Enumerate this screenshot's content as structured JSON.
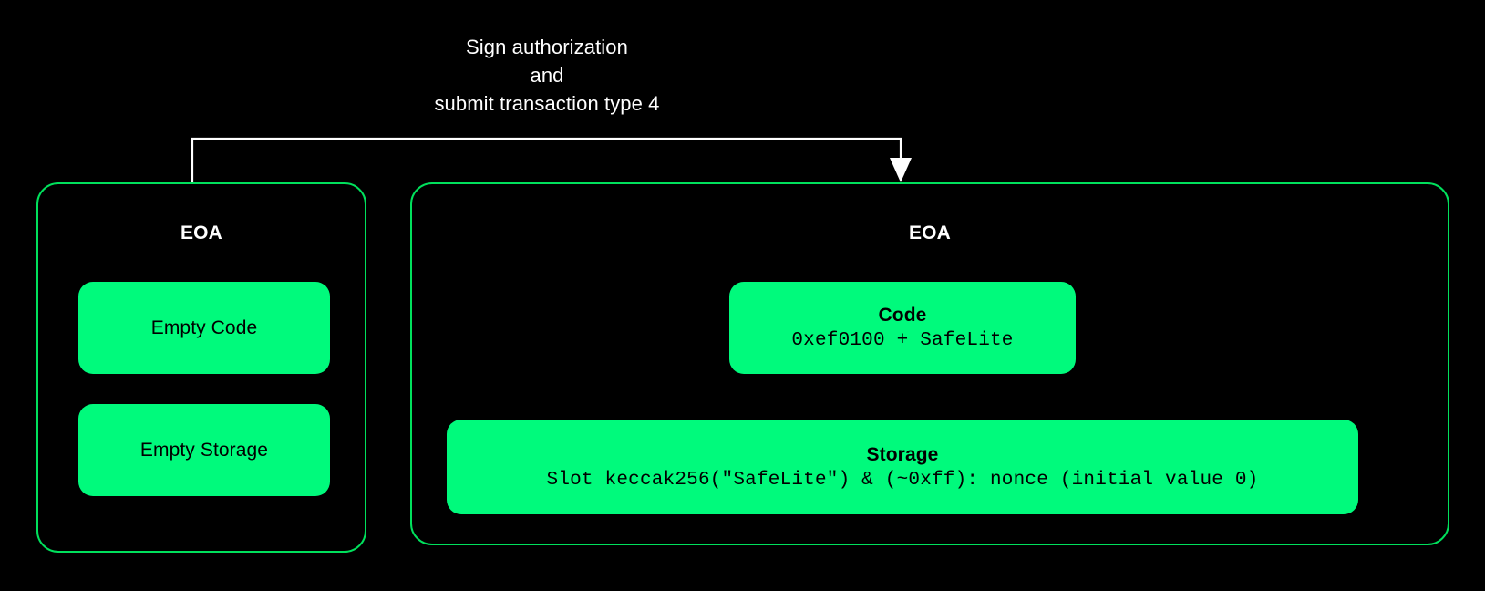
{
  "diagram": {
    "background_color": "#000000",
    "accent_green": "#00fa7c",
    "border_green": "#00e05c",
    "arrow_color": "#ffffff",
    "caption": "Sign authorization\nand\nsubmit transaction type 4",
    "caption_lines": [
      "Sign authorization",
      "and",
      "submit transaction type 4"
    ],
    "arrow": {
      "name": "sign-and-submit-arrow",
      "from": "EOA (before)",
      "to": "EOA (after)",
      "head": "down-triangle"
    },
    "before": {
      "title": "EOA",
      "chips": [
        {
          "label": "Empty Code",
          "detail": ""
        },
        {
          "label": "Empty Storage",
          "detail": ""
        }
      ]
    },
    "after": {
      "title": "EOA",
      "chips": [
        {
          "label": "Code",
          "detail": "0xef0100 + SafeLite"
        },
        {
          "label": "Storage",
          "detail": "Slot keccak256(\"SafeLite\") & (~0xff): nonce (initial value 0)"
        }
      ]
    }
  }
}
